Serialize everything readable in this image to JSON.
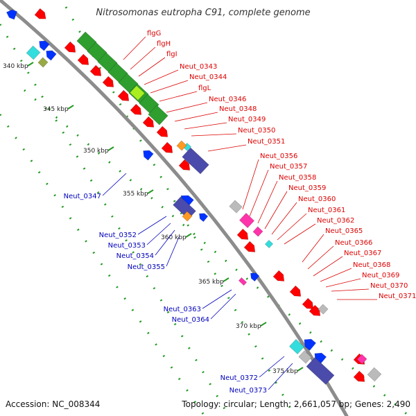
{
  "title": "Nitrosomonas eutropha C91, complete genome",
  "footer": {
    "accession": "Accession: NC_008344",
    "stats": "Topology: circular; Length: 2,661,057 bp; Genes: 2,490"
  },
  "colors": {
    "backbone": "#8c8c8c",
    "tick": "#229922",
    "forward_label": "#dd0000",
    "reverse_label": "#0000bb",
    "red": "#ff0000",
    "blue": "#0033ff",
    "green": "#2e9e2e",
    "lime": "#aaee22",
    "cyan": "#33dddd",
    "navy": "#4b4bab",
    "orange": "#ff9922",
    "pink": "#ff33aa",
    "gray": "#bbbbbb",
    "olive": "#99aa44"
  },
  "ticks": [
    {
      "label": "340 kbp"
    },
    {
      "label": "345 kbp"
    },
    {
      "label": "350 kbp"
    },
    {
      "label": "355 kbp"
    },
    {
      "label": "360 kbp"
    },
    {
      "label": "365 kbp"
    },
    {
      "label": "370 kbp"
    },
    {
      "label": "375 kbp"
    }
  ],
  "labels_forward": [
    "flgG",
    "flgH",
    "flgI",
    "Neut_0343",
    "Neut_0344",
    "flgL",
    "Neut_0346",
    "Neut_0348",
    "Neut_0349",
    "Neut_0350",
    "Neut_0351",
    "Neut_0356",
    "Neut_0357",
    "Neut_0358",
    "Neut_0359",
    "Neut_0360",
    "Neut_0361",
    "Neut_0362",
    "Neut_0365",
    "Neut_0366",
    "Neut_0367",
    "Neut_0368",
    "Neut_0369",
    "Neut_0370",
    "Neut_0371"
  ],
  "labels_reverse": [
    "Neut_0347",
    "Neut_0352",
    "Neut_0353",
    "Neut_0354",
    "Neut_0355",
    "Neut_0363",
    "Neut_0364",
    "Neut_0372",
    "Neut_0373"
  ]
}
